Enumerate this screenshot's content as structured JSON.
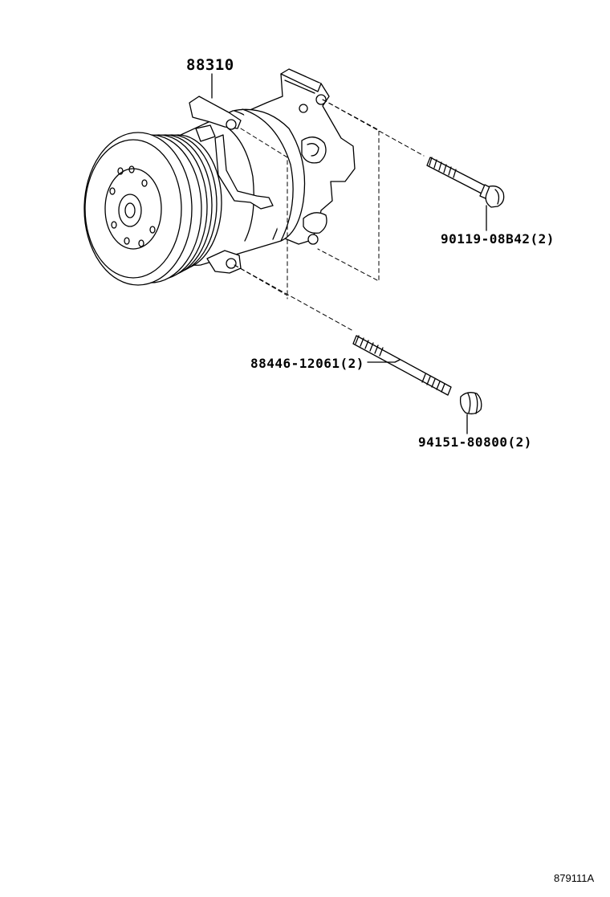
{
  "parts": [
    {
      "part_number": "88310",
      "quantity": ""
    },
    {
      "part_number": "90119-08B42",
      "quantity": "(2)"
    },
    {
      "part_number": "88446-12061",
      "quantity": "(2)"
    },
    {
      "part_number": "94151-80800",
      "quantity": "(2)"
    }
  ],
  "labels": {
    "compressor": "88310",
    "bolt": "90119-08B42(2)",
    "stud": "88446-12061(2)",
    "nut": "94151-80800(2)"
  },
  "diagram_code": "879111A"
}
